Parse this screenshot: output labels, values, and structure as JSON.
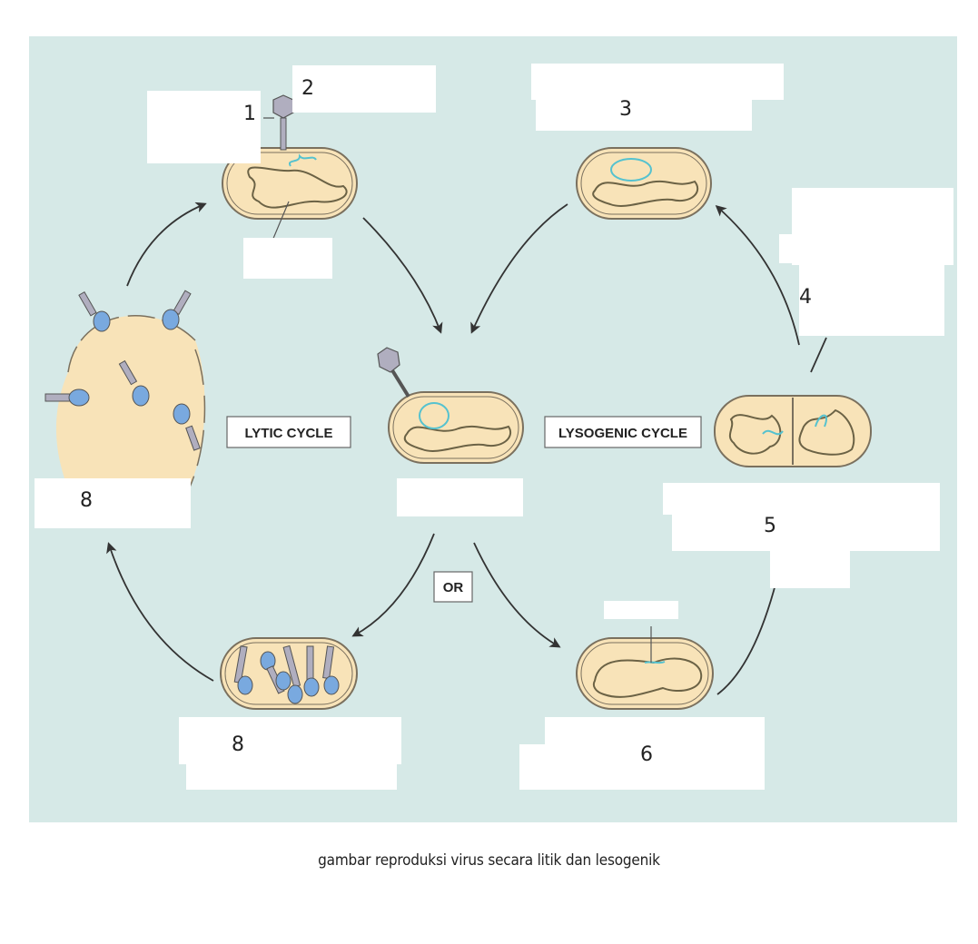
{
  "labels": {
    "lytic_cycle": "LYTIC CYCLE",
    "lysogenic_cycle": "LYSOGENIC CYCLE",
    "or": "OR"
  },
  "numbers": {
    "n1": "1",
    "n2": "2",
    "n3": "3",
    "n4": "4",
    "n5": "5",
    "n6": "6",
    "n8_left": "8",
    "n8_bottom": "8"
  },
  "caption": "gambar reproduksi virus secara litik dan lesogenik",
  "colors": {
    "panel": "#d6e9e7",
    "cell_fill": "#f8e3b8",
    "cell_outline": "#7a705e",
    "dna": "#6b6245",
    "viral_dna": "#55c2cf",
    "phage_head": "#b0aebf",
    "phage_blue": "#79a9df",
    "arrow": "#333333"
  },
  "icons": [
    "bacteriophage-icon",
    "bacterial-cell-icon",
    "lysed-cell-icon"
  ]
}
